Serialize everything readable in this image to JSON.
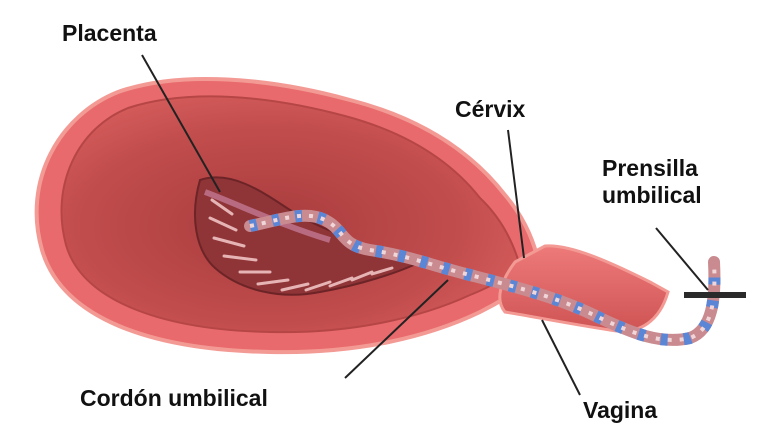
{
  "labels": {
    "placenta": "Placenta",
    "cervix": "Cérvix",
    "prensilla_line1": "Prensilla",
    "prensilla_line2": "umbilical",
    "cordon": "Cordón umbilical",
    "vagina": "Vagina"
  },
  "colors": {
    "uterus_outer": "#e86a6c",
    "uterus_inner": "#c9504f",
    "uterus_rim": "#f08a88",
    "placenta": "#9a3c3e",
    "cord_band": "#d9a0a4",
    "cord_blue": "#5b86d6",
    "clamp": "#2a2a2a",
    "leader_line": "#222222"
  },
  "icons": {
    "uterus": "uterus-illustration",
    "placenta": "placenta-illustration",
    "cord": "umbilical-cord-illustration",
    "clamp": "umbilical-clamp-icon"
  }
}
